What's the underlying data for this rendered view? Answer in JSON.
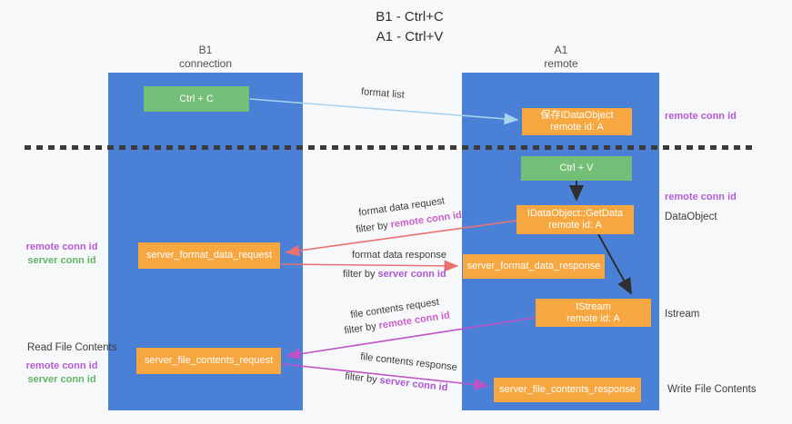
{
  "title": {
    "line1": "B1 - Ctrl+C",
    "line2": "A1 - Ctrl+V"
  },
  "lanes": {
    "left": {
      "title": "B1",
      "subtitle": "connection"
    },
    "right": {
      "title": "A1",
      "subtitle": "remote"
    }
  },
  "nodes": {
    "ctrl_c": "Ctrl + C",
    "ctrl_v": "Ctrl + V",
    "save_dataobject": {
      "line1": "保存IDataObject",
      "line2": "remote id: A"
    },
    "getdata": {
      "line1": "IDataObject::GetData",
      "line2": "remote id: A"
    },
    "istream": {
      "line1": "IStream",
      "line2": "remote id: A"
    },
    "server_format_data_request": "server_format_data_request",
    "server_format_data_response": "server_format_data_response",
    "server_file_contents_request": "server_file_contents_request",
    "server_file_contents_response": "server_file_contents_response"
  },
  "edge_labels": {
    "format_list": "format list",
    "format_data_request": "format data request",
    "format_data_response": "format data response",
    "file_contents_request": "file contents request",
    "file_contents_response": "file contents response",
    "filter_prefix": "filter by ",
    "remote_conn_id": "remote conn id",
    "server_conn_id": "server conn id"
  },
  "annotations": {
    "remote_conn_id_top": "remote conn id",
    "remote_conn_id_mid": "remote conn id",
    "dataobject": "DataObject",
    "istream": "Istream",
    "write_file_contents": "Write File Contents",
    "read_file_contents": "Read File Contents",
    "left_remote_conn_id_1": "remote conn id",
    "left_server_conn_id_1": "server conn id",
    "left_remote_conn_id_2": "remote conn id",
    "left_server_conn_id_2": "server conn id"
  },
  "colors": {
    "lane_blue": "#4a80d6",
    "box_orange": "#f7a740",
    "box_green": "#74bf77",
    "arrow_blue": "#a8d4f0",
    "arrow_salmon": "#e97070",
    "arrow_magenta": "#c051c6",
    "arrow_black": "#2e2e2e",
    "text_purple": "#b55bd4",
    "text_pink": "#cb5ec9",
    "text_violet": "#a957d4",
    "text_green": "#62b566"
  }
}
